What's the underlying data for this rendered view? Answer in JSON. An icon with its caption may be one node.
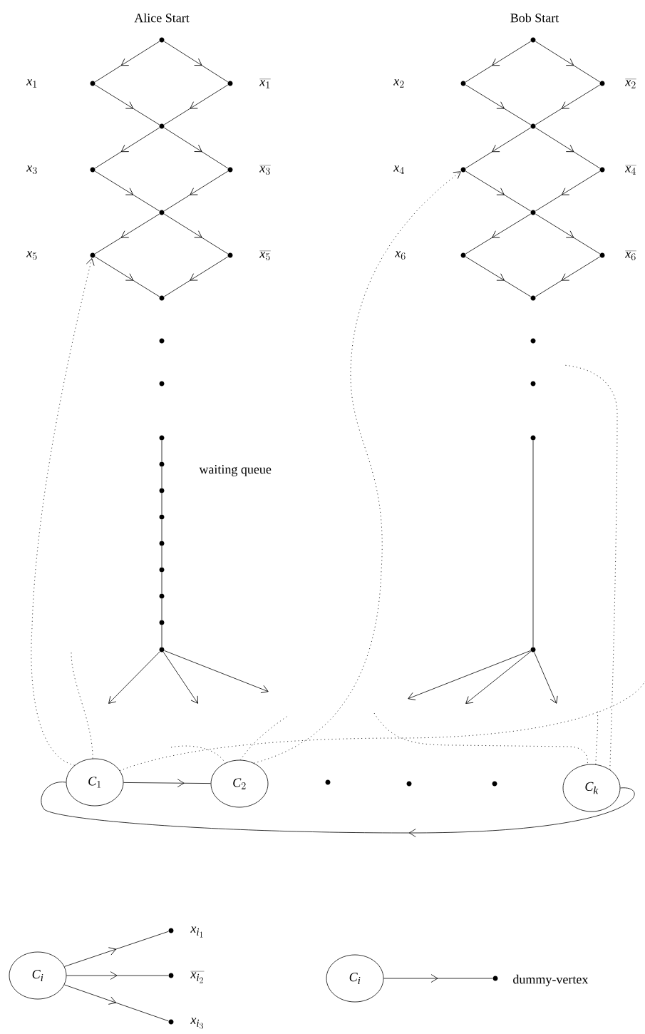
{
  "diagram": {
    "nodes": [
      {
        "text": [],
        "shape": "circle",
        "beside": [
          "Alice Start"
        ]
      },
      {
        "text": [],
        "shape": "circle"
      },
      {
        "text": [],
        "shape": "circle",
        "beside": [
          "\\overline{x_1}"
        ]
      },
      {
        "text": [],
        "shape": "circle"
      },
      {
        "text": [],
        "shape": "circle"
      },
      {
        "text": [],
        "shape": "circle",
        "beside": [
          "\\overline{x_3}"
        ]
      },
      {
        "text": [],
        "shape": "circle"
      },
      {
        "text": [],
        "shape": "circle"
      },
      {
        "text": [],
        "shape": "circle",
        "beside": [
          "\\overline{x_5}"
        ]
      },
      {
        "text": [],
        "shape": "circle"
      },
      {
        "text": [],
        "shape": "circle"
      },
      {
        "text": [],
        "shape": "circle"
      },
      {
        "text": [],
        "shape": "circle"
      },
      {
        "text": [],
        "shape": "circle"
      },
      {
        "text": [],
        "shape": "circle"
      },
      {
        "text": [],
        "shape": "circle"
      },
      {
        "text": [],
        "shape": "circle"
      },
      {
        "text": [],
        "shape": "circle"
      },
      {
        "text": [],
        "shape": "circle"
      },
      {
        "text": [],
        "shape": "circle"
      },
      {
        "text": [],
        "shape": "circle"
      },
      {
        "text": [],
        "shape": "circle",
        "beside": [
          "Bob Start"
        ]
      },
      {
        "text": [],
        "shape": "circle"
      },
      {
        "text": [],
        "shape": "circle",
        "beside": [
          "\\overline{x_2}"
        ]
      },
      {
        "text": [],
        "shape": "circle"
      },
      {
        "text": [],
        "shape": "circle"
      },
      {
        "text": [],
        "shape": "circle",
        "beside": [
          "\\overline{x_4}"
        ]
      },
      {
        "text": [],
        "shape": "circle"
      },
      {
        "text": [],
        "shape": "circle"
      },
      {
        "text": [],
        "shape": "circle",
        "beside": [
          "\\overline{x_6}"
        ]
      },
      {
        "text": [],
        "shape": "circle"
      },
      {
        "text": [],
        "shape": "circle"
      },
      {
        "text": [],
        "shape": "circle"
      },
      {
        "text": [],
        "shape": "circle"
      },
      {
        "text": [],
        "shape": "circle"
      },
      {
        "text": [
          "C_1"
        ]
      },
      {
        "text": [
          "C_2"
        ]
      },
      {
        "text": [],
        "shape": "circle"
      },
      {
        "text": [],
        "shape": "circle"
      },
      {
        "text": [],
        "shape": "circle"
      },
      {
        "text": [
          "C_k"
        ]
      },
      {
        "text": [
          "C_i"
        ]
      },
      {
        "text": [],
        "shape": "circle",
        "beside": [
          "x_{i_1}"
        ]
      },
      {
        "text": [],
        "shape": "circle",
        "beside": [
          "\\overline{x_{i_2}}"
        ]
      },
      {
        "text": [],
        "shape": "circle",
        "beside": [
          "x_{i_3}"
        ]
      },
      {
        "text": [
          "C_i"
        ]
      },
      {
        "text": [],
        "shape": "circle",
        "beside": [
          "dummy-vertex"
        ]
      }
    ],
    "edges": [
      {
        "from": 0,
        "to": 1,
        "arrow": "to"
      },
      {
        "from": 0,
        "to": 2,
        "arrow": "to"
      },
      {
        "from": 1,
        "to": 3,
        "arrow": "to"
      },
      {
        "from": 2,
        "to": 3,
        "arrow": "to"
      },
      {
        "from": 3,
        "to": 4,
        "arrow": "to"
      },
      {
        "from": 3,
        "to": 5,
        "arrow": "to"
      },
      {
        "from": 4,
        "to": 6,
        "arrow": "to"
      },
      {
        "from": 5,
        "to": 6,
        "arrow": "to"
      },
      {
        "from": 6,
        "to": 7,
        "arrow": "to"
      },
      {
        "from": 6,
        "to": 8,
        "arrow": "to"
      },
      {
        "from": 7,
        "to": 9,
        "arrow": "to"
      },
      {
        "from": 8,
        "to": 9,
        "arrow": "to"
      },
      {
        "from": 12,
        "to": 13,
        "arrow": "none"
      },
      {
        "from": 13,
        "to": 14,
        "arrow": "none"
      },
      {
        "from": 14,
        "to": 15,
        "arrow": "none"
      },
      {
        "from": 15,
        "to": 16,
        "arrow": "none"
      },
      {
        "from": 16,
        "to": 17,
        "arrow": "none"
      },
      {
        "from": 17,
        "to": 18,
        "arrow": "none"
      },
      {
        "from": 18,
        "to": 19,
        "arrow": "none"
      },
      {
        "from": 19,
        "to": 20,
        "arrow": "none"
      },
      {
        "from": 20,
        "to": null,
        "arrow": "to"
      },
      {
        "from": 20,
        "to": null,
        "arrow": "to"
      },
      {
        "from": 20,
        "to": null,
        "arrow": "to"
      },
      {
        "from": 21,
        "to": 22,
        "arrow": "to"
      },
      {
        "from": 21,
        "to": 23,
        "arrow": "to"
      },
      {
        "from": 22,
        "to": 24,
        "arrow": "to"
      },
      {
        "from": 23,
        "to": 24,
        "arrow": "to"
      },
      {
        "from": 24,
        "to": 25,
        "arrow": "to"
      },
      {
        "from": 24,
        "to": 26,
        "arrow": "to"
      },
      {
        "from": 25,
        "to": 27,
        "arrow": "to"
      },
      {
        "from": 26,
        "to": 27,
        "arrow": "to"
      },
      {
        "from": 27,
        "to": 28,
        "arrow": "to"
      },
      {
        "from": 27,
        "to": 29,
        "arrow": "to"
      },
      {
        "from": 28,
        "to": 30,
        "arrow": "to"
      },
      {
        "from": 29,
        "to": 30,
        "arrow": "to"
      },
      {
        "from": 33,
        "to": 34,
        "arrow": "none"
      },
      {
        "from": 34,
        "to": null,
        "arrow": "to"
      },
      {
        "from": 34,
        "to": null,
        "arrow": "to"
      },
      {
        "from": 34,
        "to": null,
        "arrow": "to"
      },
      {
        "from": 35,
        "to": 36,
        "arrow": "to"
      },
      {
        "from": 40,
        "to": 35,
        "arrow": "to"
      },
      {
        "from": 35,
        "to": 7,
        "arrow": "to",
        "style": "dashed"
      },
      {
        "from": 36,
        "to": 25,
        "arrow": "to",
        "style": "dashed"
      },
      {
        "from": 35,
        "to": null,
        "arrow": "none",
        "style": "dashed"
      },
      {
        "from": 35,
        "to": null,
        "arrow": "none",
        "style": "dashed"
      },
      {
        "from": 36,
        "to": null,
        "arrow": "none",
        "style": "dashed"
      },
      {
        "from": null,
        "to": 36,
        "arrow": "none",
        "style": "dashed"
      },
      {
        "from": null,
        "to": 40,
        "arrow": "none",
        "style": "dashed"
      },
      {
        "from": 40,
        "to": null,
        "arrow": "none",
        "style": "dashed"
      },
      {
        "from": 40,
        "to": null,
        "arrow": "none",
        "style": "dashed"
      },
      {
        "from": 41,
        "to": 42,
        "arrow": "to"
      },
      {
        "from": 41,
        "to": 43,
        "arrow": "to"
      },
      {
        "from": 41,
        "to": 44,
        "arrow": "to"
      },
      {
        "from": 45,
        "to": 46,
        "arrow": "to"
      }
    ],
    "labels": [
      "x_1",
      "x_2",
      "x_3",
      "x_4",
      "x_5",
      "x_6",
      "waiting queue"
    ]
  }
}
